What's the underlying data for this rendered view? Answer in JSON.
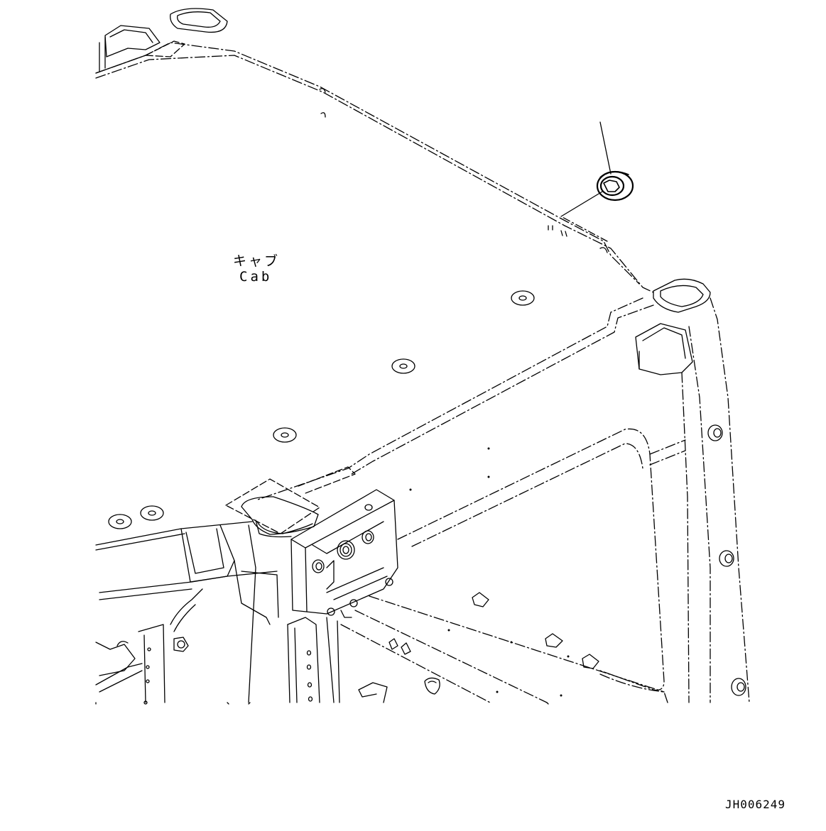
{
  "labels": {
    "cab_jp": "キャブ",
    "cab_en": "Cab"
  },
  "drawing_number": "JH006249"
}
